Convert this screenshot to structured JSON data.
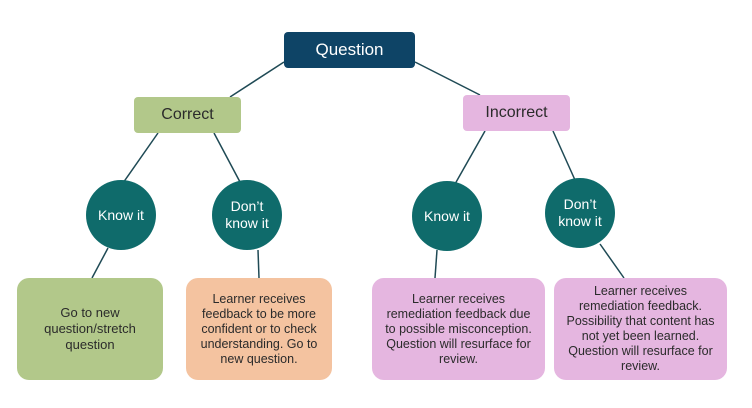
{
  "root": {
    "label": "Question",
    "color": "#0e4466"
  },
  "branches": {
    "correct": {
      "label": "Correct",
      "color": "#b2c88a"
    },
    "incorrect": {
      "label": "Incorrect",
      "color": "#e5b6e0"
    }
  },
  "circles": {
    "correct_know": "Know it",
    "correct_dont_know": "Don’t know it",
    "incorrect_know": "Know it",
    "incorrect_dont_know": "Don’t know it",
    "color": "#0f6b6b"
  },
  "outcomes": {
    "correct_know": "Go to new question/stretch question",
    "correct_dont_know": "Learner receives feedback to be more confident or to check understanding. Go to new question.",
    "incorrect_know": "Learner receives remediation feedback due to possible misconception. Question will resurface for review.",
    "incorrect_dont_know": "Learner receives remediation feedback. Possibility that content has not yet been learned. Question will resurface for review."
  },
  "line_color": "#1f4a55"
}
